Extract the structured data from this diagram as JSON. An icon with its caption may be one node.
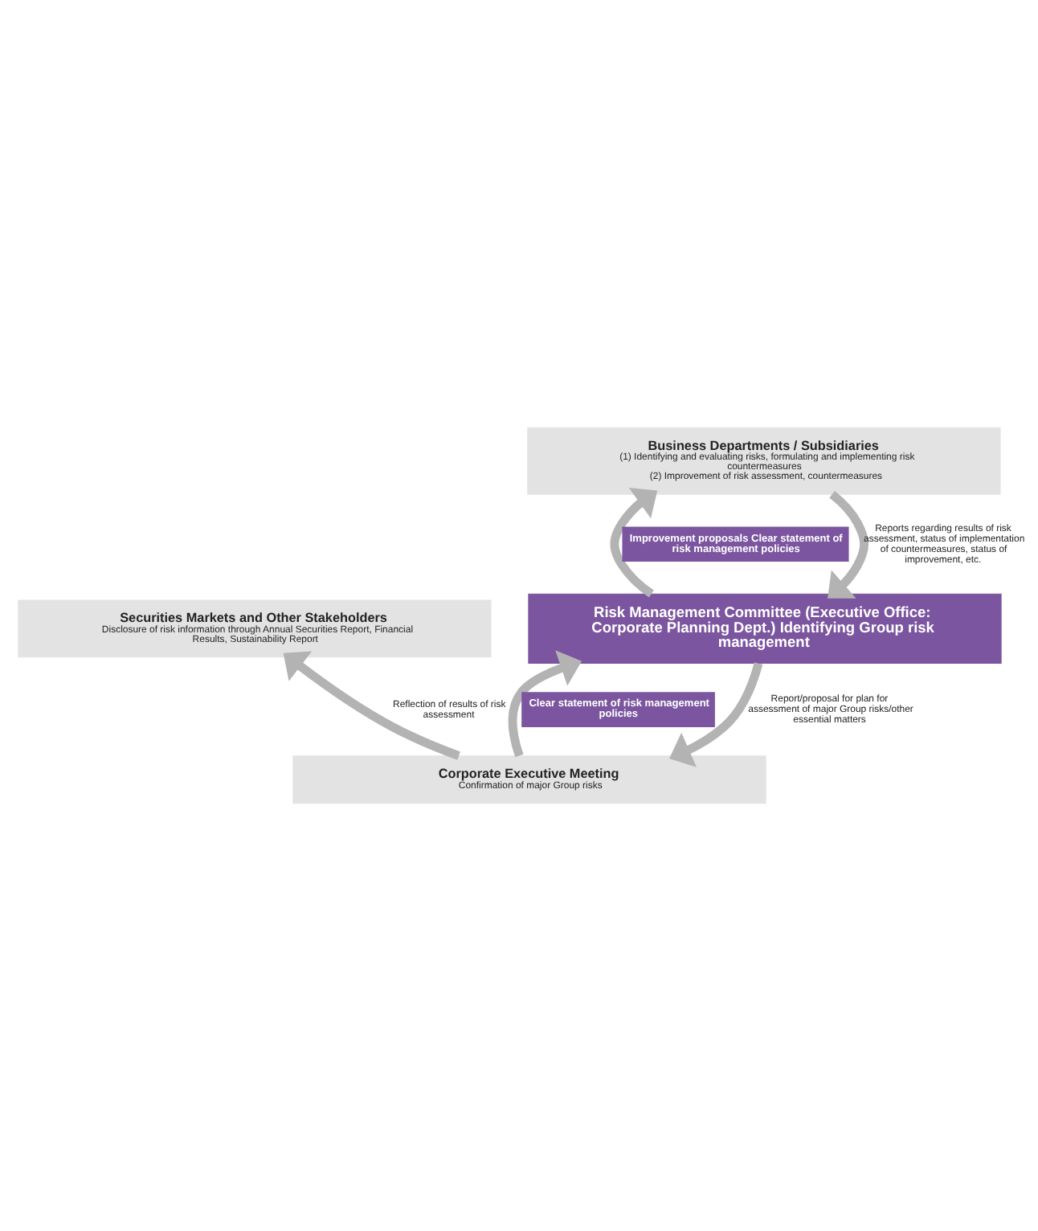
{
  "diagram": {
    "nodes": [
      {
        "text": [
          "Securities Markets and Other Stakeholders",
          "Disclosure of risk information through Annual Securities Report, Financial Results, Sustainability Report"
        ]
      },
      {
        "text": [
          "Corporate Executive Meeting",
          "Confirmation of major Group risks"
        ]
      },
      {
        "text": [
          "Risk Management Committee (Executive Office: Corporate Planning Dept.) Identifying Group risk management"
        ]
      },
      {
        "text": [
          "Business Departments / Subsidiaries",
          "(1) Identifying and evaluating risks, formulating and implementing risk countermeasures",
          "(2) Improvement of risk assessment, countermeasures"
        ]
      }
    ],
    "edges": [
      {
        "from": 1,
        "to": 0,
        "arrow": "to",
        "label": "Reflection of results of risk assessment"
      },
      {
        "from": 2,
        "to": 1,
        "arrow": "to",
        "label": "Report/proposal for plan for assessment of major Group risks/other essential matters"
      },
      {
        "from": 1,
        "to": 2,
        "arrow": "to",
        "label": "Clear statement of risk management policies"
      },
      {
        "from": 3,
        "to": 2,
        "arrow": "to",
        "label": "Reports regarding results of risk assessment, status of implementation of countermeasures, status of improvement, etc."
      },
      {
        "from": 2,
        "to": 3,
        "arrow": "to",
        "label": "Improvement proposals Clear statement of risk management policies"
      }
    ]
  }
}
